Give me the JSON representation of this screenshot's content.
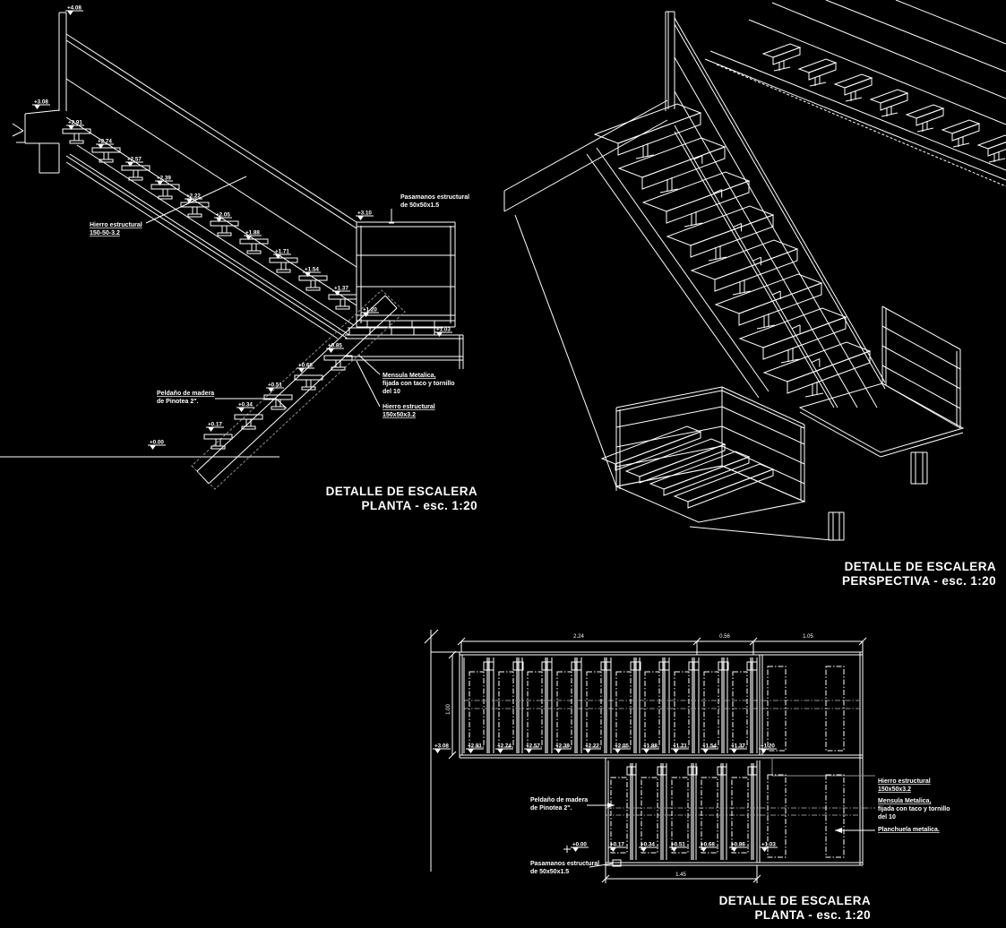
{
  "colors": {
    "background": "#000000",
    "line": "#ffffff",
    "secondary_gray": "#8f8f8f"
  },
  "section": {
    "title_line1": "DETALLE DE ESCALERA",
    "title_line2": "PLANTA - esc. 1:20",
    "level_top": "+4.08",
    "level_wall": "+3.08",
    "level_rail": "+3.10",
    "level_landing": "+1.20",
    "level_slab": "+1.03",
    "level_ground": "+0.00",
    "upper_levels": [
      "+2.91",
      "+2.74",
      "+2.57",
      "+2.39",
      "+2.22",
      "+2.05",
      "+1.88",
      "+1.71",
      "+1.54",
      "+1.37"
    ],
    "lower_levels": [
      "+0.17",
      "+0.34",
      "+0.51",
      "+0.68",
      "+0.85"
    ],
    "note_hierro": [
      "Hierro estructural",
      "150-50-3.2"
    ],
    "note_pasamanos": [
      "Pasamanos estructural",
      "de 50x50x1.5"
    ],
    "note_mensula": [
      "Mensula Metalica,",
      "fijada con taco y tornillo",
      "del 10"
    ],
    "note_hierro2": [
      "Hierro estructural",
      "150x50x3.2"
    ],
    "note_peldano": [
      "Peldaño de madera",
      "de Pinotea 2\"."
    ]
  },
  "perspective": {
    "title_line1": "DETALLE DE ESCALERA",
    "title_line2": "PERSPECTIVA - esc. 1:20"
  },
  "plan": {
    "title_line1": "DETALLE DE ESCALERA",
    "title_line2": "PLANTA - esc. 1:20",
    "upper_levels": [
      "+3.08",
      "+2.91",
      "+2.74",
      "+2.57",
      "+2.39",
      "+2.22",
      "+2.05",
      "+1.88",
      "+1.71",
      "+1.54",
      "+1.37",
      "+1.20"
    ],
    "lower_levels": [
      "+0.00",
      "+0.17",
      "+0.34",
      "+0.51",
      "+0.68",
      "+0.86",
      "+1.03"
    ],
    "dimensions": {
      "top_flight": "2.24",
      "top_mid": "0.56",
      "top_landing": "1.05",
      "flight_width": "1.00",
      "bottom_flight": "1.45"
    },
    "note_peldano": [
      "Peldaño de madera",
      "de Pinotea 2\"."
    ],
    "note_pasamanos": [
      "Pasamanos estructural",
      "de 50x50x1.5"
    ],
    "note_hierro": [
      "Hierro estructural",
      "150x50x3.2"
    ],
    "note_mensula": [
      "Mensula Metalica,",
      "fijada con taco y tornillo",
      "del 10"
    ],
    "note_planchuela": "Planchuela metalica."
  }
}
